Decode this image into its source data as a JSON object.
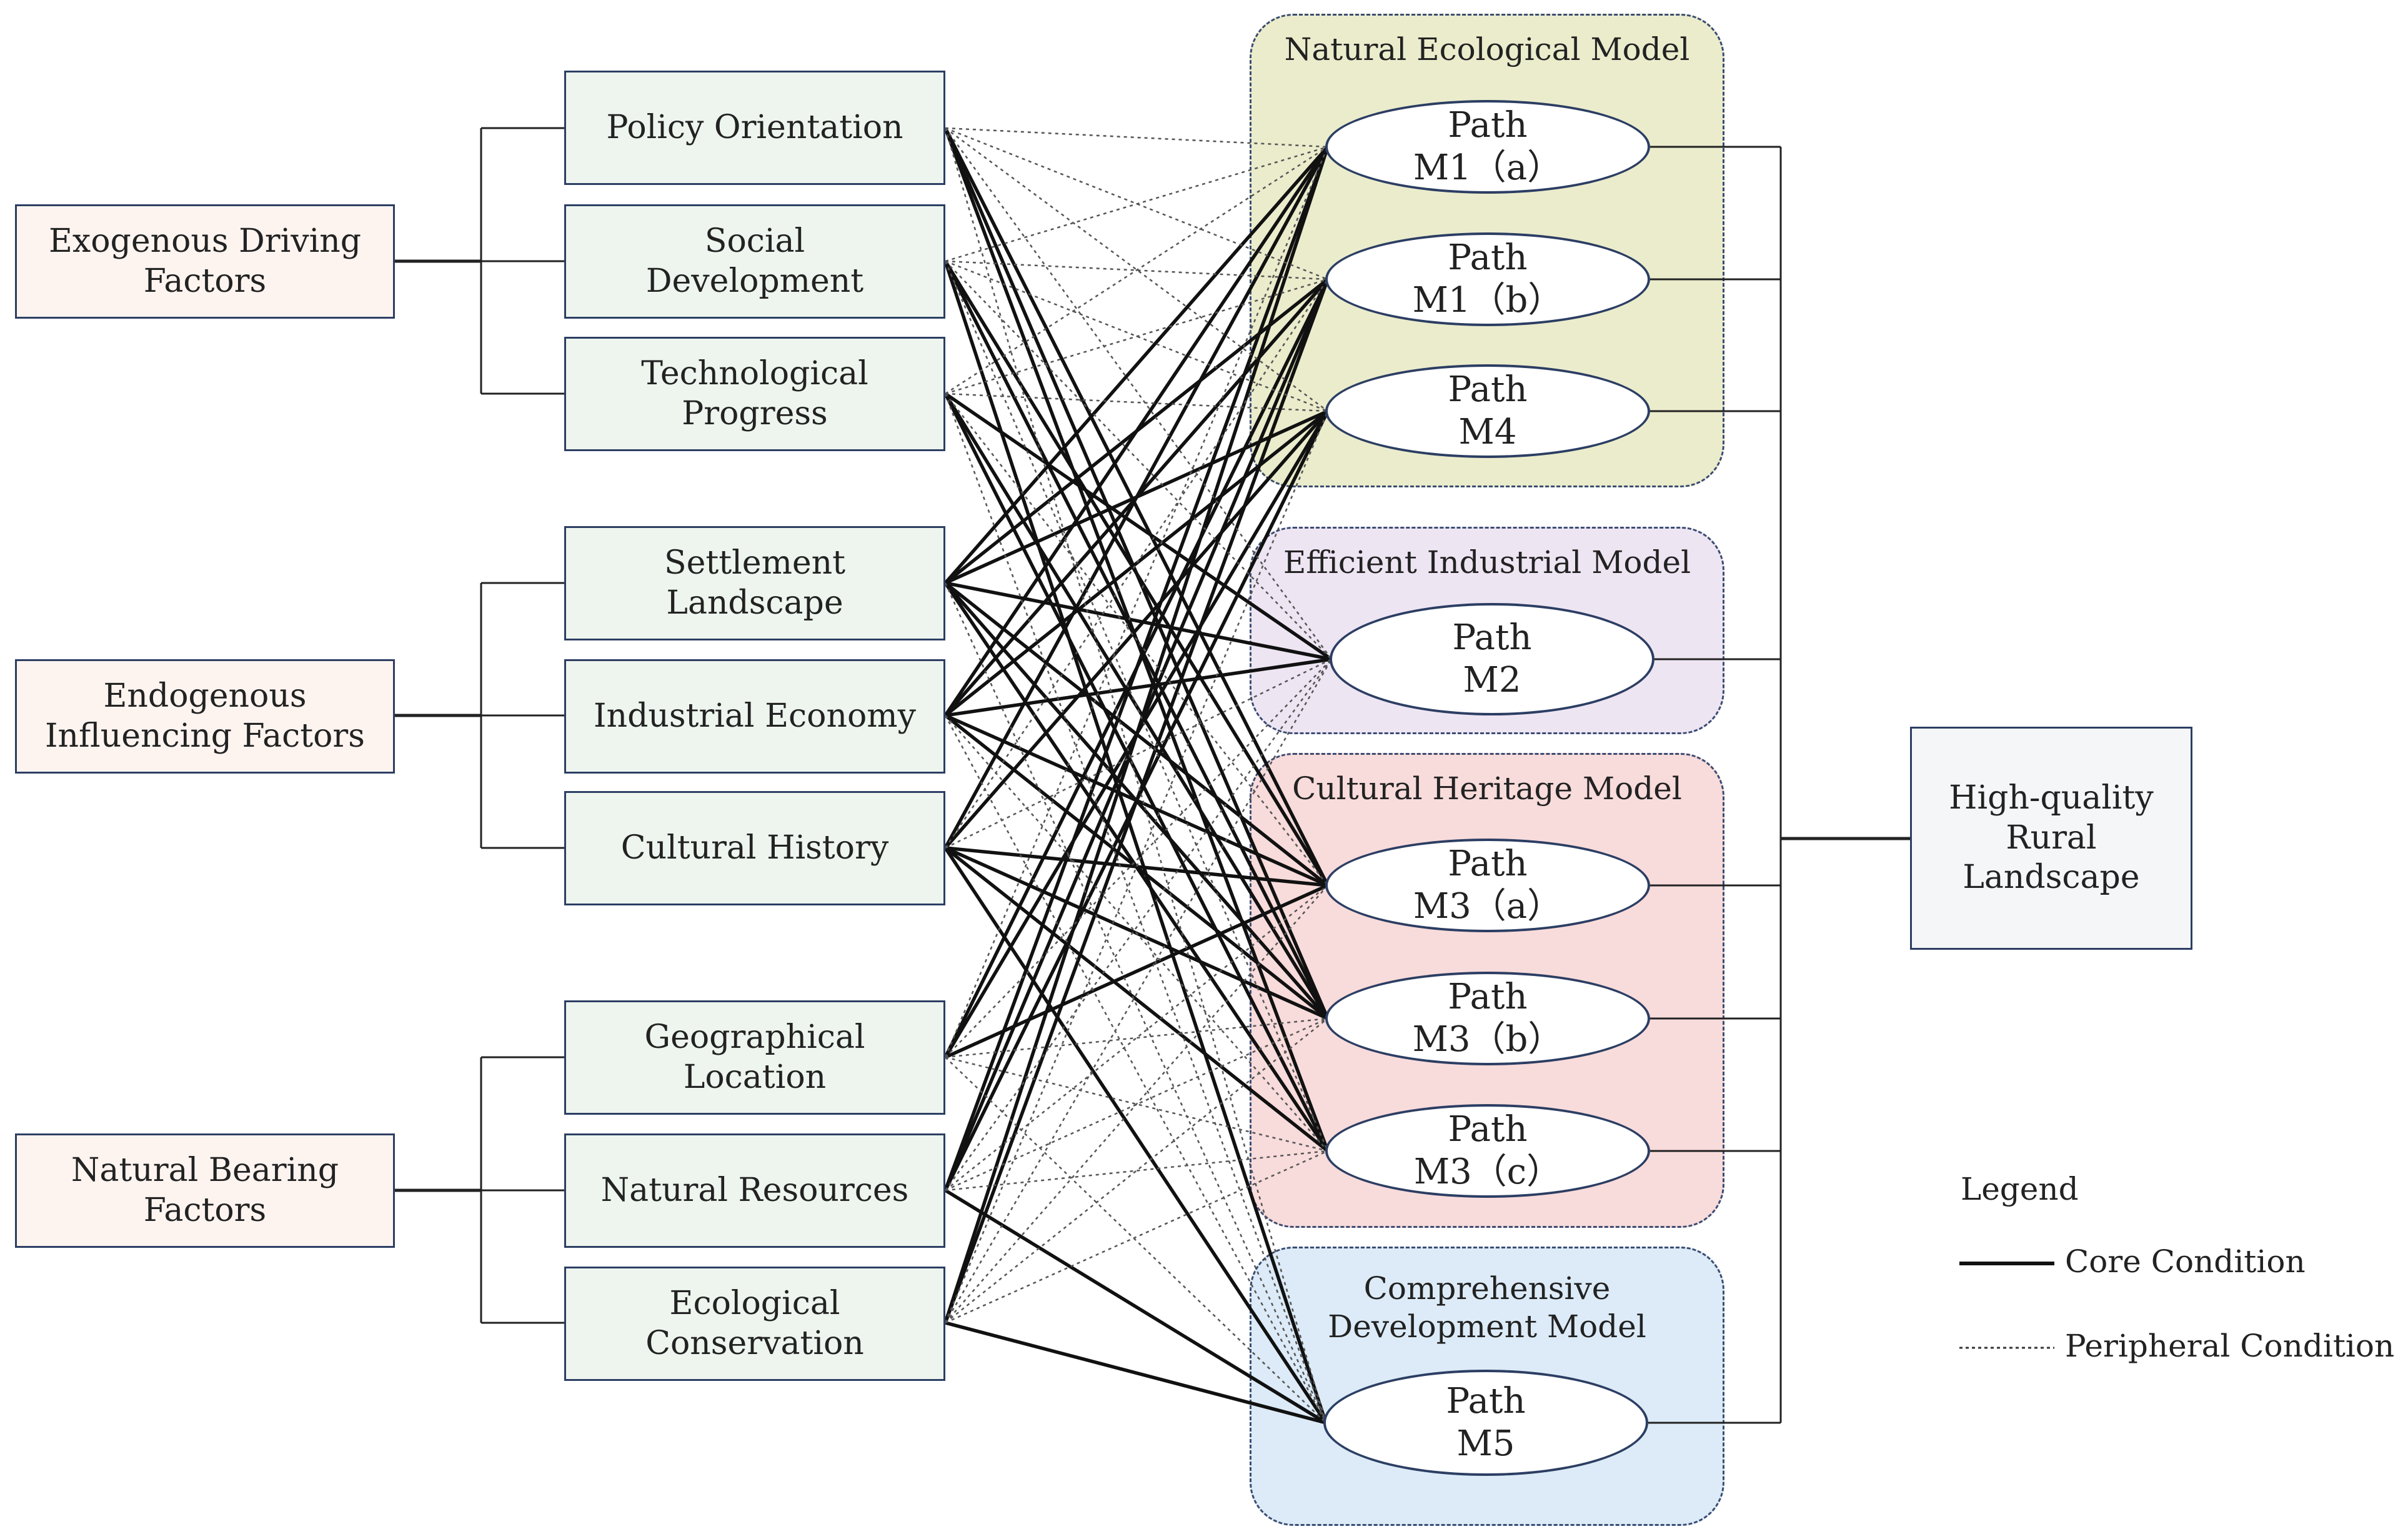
{
  "colors": {
    "stroke": "#2c3e63",
    "factor_fill": "#fdf4f0",
    "condition_fill": "#edf5ee",
    "outcome_fill": "#f4f6f8",
    "group_natural": "#ebeccc",
    "group_industrial": "#eee5f3",
    "group_heritage": "#f8dbdb",
    "group_comprehensive": "#dcebf7"
  },
  "factors": {
    "exogenous": "Exogenous Driving\nFactors",
    "endogenous": "Endogenous\nInfluencing Factors",
    "natural_bearing": "Natural Bearing\nFactors"
  },
  "conditions": {
    "policy_orientation": "Policy Orientation",
    "social_development": "Social\nDevelopment",
    "technological_progress": "Technological\nProgress",
    "settlement_landscape": "Settlement\nLandscape",
    "industrial_economy": "Industrial Economy",
    "cultural_history": "Cultural History",
    "geographical_location": "Geographical\nLocation",
    "natural_resources": "Natural Resources",
    "ecological_conservation": "Ecological\nConservation"
  },
  "groups": {
    "natural_ecological": "Natural Ecological Model",
    "efficient_industrial": "Efficient Industrial Model",
    "cultural_heritage": "Cultural Heritage Model",
    "comprehensive_development": "Comprehensive\nDevelopment Model"
  },
  "paths": {
    "m1a": "Path\nM1（a）",
    "m1b": "Path\nM1（b）",
    "m4": "Path\nM4",
    "m2": "Path\nM2",
    "m3a": "Path\nM3（a）",
    "m3b": "Path\nM3（b）",
    "m3c": "Path\nM3（c）",
    "m5": "Path\nM5"
  },
  "outcome": "High-quality\nRural\nLandscape",
  "legend": {
    "title": "Legend",
    "core": "Core Condition",
    "peripheral": "Peripheral Condition"
  },
  "connections": {
    "core": [
      [
        "policy_orientation",
        "m3a"
      ],
      [
        "policy_orientation",
        "m3b"
      ],
      [
        "policy_orientation",
        "m3c"
      ],
      [
        "social_development",
        "m3a"
      ],
      [
        "social_development",
        "m3b"
      ],
      [
        "social_development",
        "m5"
      ],
      [
        "technological_progress",
        "m2"
      ],
      [
        "technological_progress",
        "m3b"
      ],
      [
        "technological_progress",
        "m3c"
      ],
      [
        "settlement_landscape",
        "m1a"
      ],
      [
        "settlement_landscape",
        "m1b"
      ],
      [
        "settlement_landscape",
        "m4"
      ],
      [
        "settlement_landscape",
        "m2"
      ],
      [
        "settlement_landscape",
        "m3a"
      ],
      [
        "settlement_landscape",
        "m3b"
      ],
      [
        "settlement_landscape",
        "m3c"
      ],
      [
        "industrial_economy",
        "m1a"
      ],
      [
        "industrial_economy",
        "m1b"
      ],
      [
        "industrial_economy",
        "m4"
      ],
      [
        "industrial_economy",
        "m2"
      ],
      [
        "industrial_economy",
        "m3a"
      ],
      [
        "industrial_economy",
        "m3b"
      ],
      [
        "cultural_history",
        "m1a"
      ],
      [
        "cultural_history",
        "m3a"
      ],
      [
        "cultural_history",
        "m3b"
      ],
      [
        "cultural_history",
        "m3c"
      ],
      [
        "cultural_history",
        "m4"
      ],
      [
        "cultural_history",
        "m5"
      ],
      [
        "geographical_location",
        "m1b"
      ],
      [
        "geographical_location",
        "m4"
      ],
      [
        "geographical_location",
        "m3a"
      ],
      [
        "natural_resources",
        "m1a"
      ],
      [
        "natural_resources",
        "m1b"
      ],
      [
        "natural_resources",
        "m4"
      ],
      [
        "natural_resources",
        "m5"
      ],
      [
        "ecological_conservation",
        "m1a"
      ],
      [
        "ecological_conservation",
        "m1b"
      ],
      [
        "ecological_conservation",
        "m5"
      ]
    ],
    "peripheral": [
      [
        "policy_orientation",
        "m1a"
      ],
      [
        "policy_orientation",
        "m1b"
      ],
      [
        "policy_orientation",
        "m4"
      ],
      [
        "policy_orientation",
        "m2"
      ],
      [
        "policy_orientation",
        "m5"
      ],
      [
        "social_development",
        "m1a"
      ],
      [
        "social_development",
        "m1b"
      ],
      [
        "social_development",
        "m4"
      ],
      [
        "social_development",
        "m2"
      ],
      [
        "social_development",
        "m3c"
      ],
      [
        "technological_progress",
        "m1a"
      ],
      [
        "technological_progress",
        "m1b"
      ],
      [
        "technological_progress",
        "m4"
      ],
      [
        "technological_progress",
        "m3a"
      ],
      [
        "technological_progress",
        "m5"
      ],
      [
        "settlement_landscape",
        "m5"
      ],
      [
        "industrial_economy",
        "m3c"
      ],
      [
        "industrial_economy",
        "m5"
      ],
      [
        "cultural_history",
        "m1b"
      ],
      [
        "cultural_history",
        "m2"
      ],
      [
        "geographical_location",
        "m1a"
      ],
      [
        "geographical_location",
        "m2"
      ],
      [
        "geographical_location",
        "m3b"
      ],
      [
        "geographical_location",
        "m3c"
      ],
      [
        "geographical_location",
        "m5"
      ],
      [
        "natural_resources",
        "m2"
      ],
      [
        "natural_resources",
        "m3a"
      ],
      [
        "natural_resources",
        "m3b"
      ],
      [
        "natural_resources",
        "m3c"
      ],
      [
        "ecological_conservation",
        "m4"
      ],
      [
        "ecological_conservation",
        "m2"
      ],
      [
        "ecological_conservation",
        "m3a"
      ],
      [
        "ecological_conservation",
        "m3b"
      ],
      [
        "ecological_conservation",
        "m3c"
      ]
    ]
  }
}
